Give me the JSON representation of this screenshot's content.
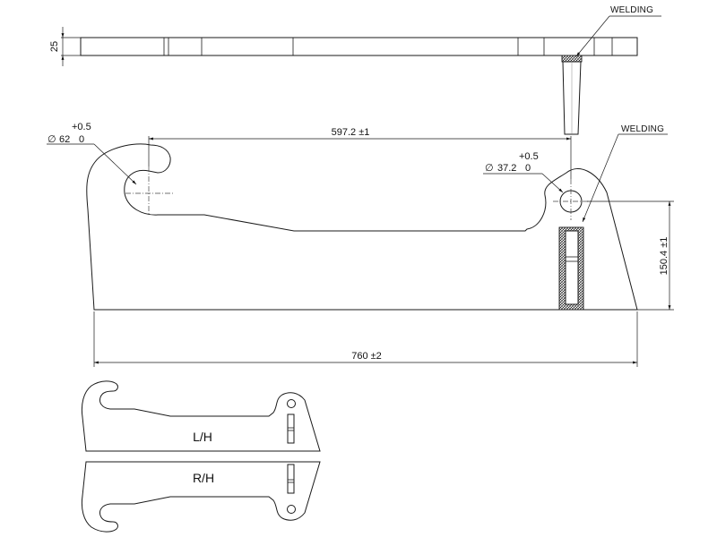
{
  "top_view": {
    "thickness_label": "25",
    "welding_label": "WELDING"
  },
  "main_view": {
    "hook_diameter": {
      "symbol": "∅",
      "value": "62",
      "tol_upper": "+0.5",
      "tol_lower": "0"
    },
    "pin_diameter": {
      "symbol": "∅",
      "value": "37.2",
      "tol_upper": "+0.5",
      "tol_lower": "0"
    },
    "center_distance_label": "597.2 ±1",
    "overall_length_label": "760 ±2",
    "height_label": "150.4 ±1",
    "welding_label": "WELDING"
  },
  "variants": {
    "left_label": "L/H",
    "right_label": "R/H"
  }
}
